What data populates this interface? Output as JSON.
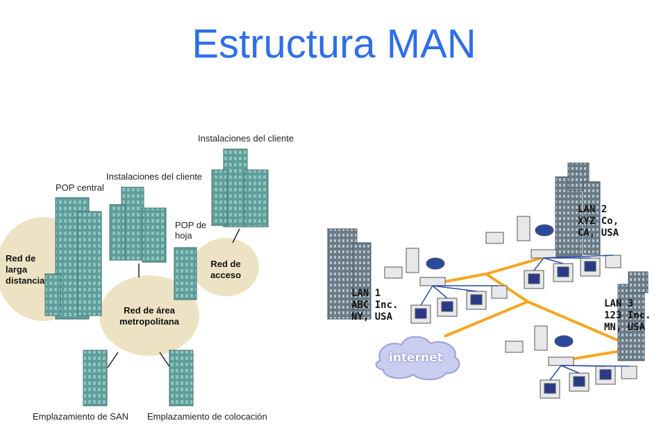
{
  "title": "Estructura MAN",
  "left_diagram": {
    "labels": {
      "pop_central": "POP central",
      "instalaciones_1": "Instalaciones del cliente",
      "instalaciones_2": "Instalaciones del cliente",
      "pop_hoja": "POP de\nhoja",
      "red_larga": "Red de\nlarga\ndistancia",
      "red_metro": "Red de área\nmetropolitana",
      "red_acceso": "Red de\nacceso",
      "san": "Emplazamiento de SAN",
      "colocacion": "Emplazamiento de colocación"
    }
  },
  "right_diagram": {
    "lan1": "LAN 1\nABC Inc.\nNY, USA",
    "lan2": "LAN 2\nXYZ Co,\nCA, USA",
    "lan3": "LAN 3\n123 Inc.\nMN, USA",
    "internet": "internet"
  },
  "colors": {
    "title": "#2f6ee8",
    "cloud_zone": "#ede3c4",
    "building": "#5a9a96",
    "link": "#f5a623"
  }
}
